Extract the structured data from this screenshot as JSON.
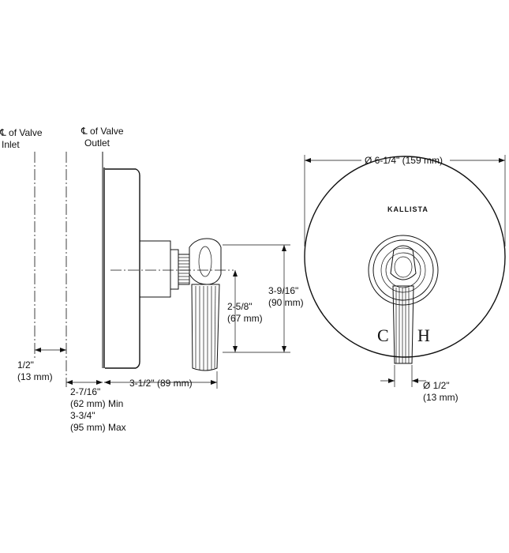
{
  "labels": {
    "valve_inlet_line1": "℄ of Valve",
    "valve_inlet_line2": "Inlet",
    "valve_outlet_line1": "℄ of Valve",
    "valve_outlet_line2": "Outlet",
    "half_inch_imperial": "1/2\"",
    "half_inch_metric": "(13 mm)",
    "depth_min_imperial": "2-7/16\"",
    "depth_min_metric": "(62 mm) Min",
    "depth_max_imperial": "3-3/4\"",
    "depth_max_metric": "(95 mm) Max",
    "projection": "3-1/2\" (89 mm)",
    "handle_drop_imperial": "2-5/8\"",
    "handle_drop_metric": "(67 mm)",
    "handle_total_imperial": "3-9/16\"",
    "handle_total_metric": "(90 mm)",
    "plate_diameter": "Ø 6-1/4\" (159 mm)",
    "lever_diameter_imperial": "Ø 1/2\"",
    "lever_diameter_metric": "(13 mm)",
    "brand": "KALLISTA",
    "cold": "C",
    "hot": "H"
  }
}
